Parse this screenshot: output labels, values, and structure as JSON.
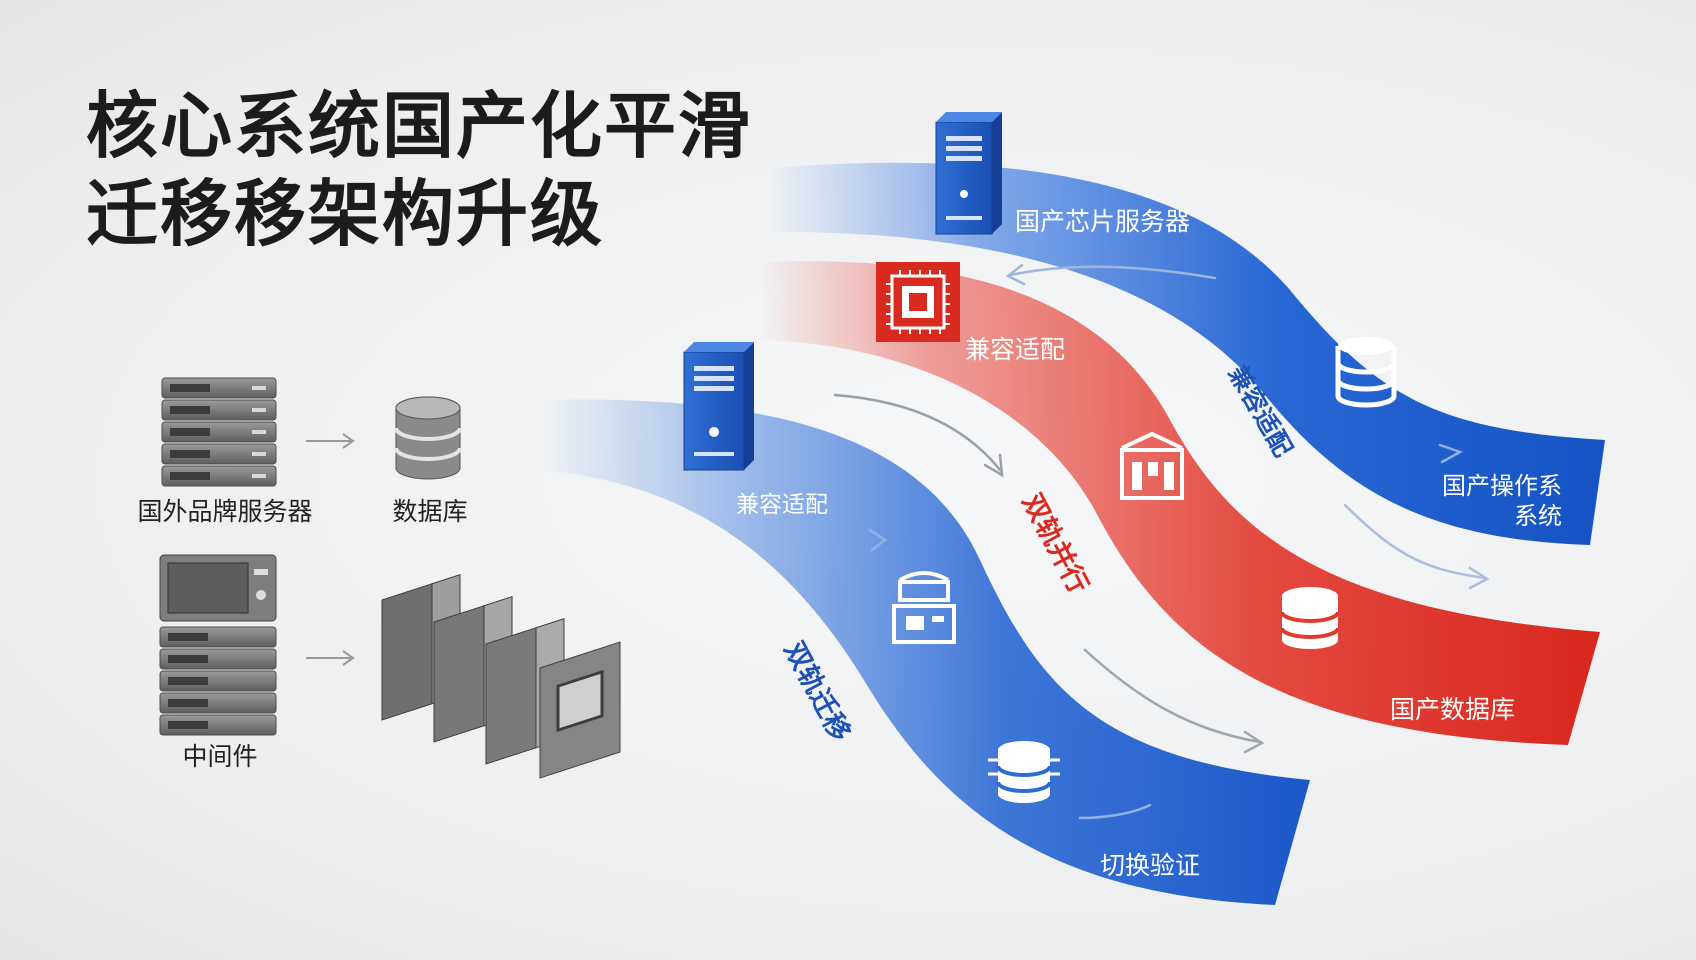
{
  "title": {
    "line1": "核心系统国产化平滑",
    "line2": "迁移移架构升级"
  },
  "legacy": {
    "servers_label": "国外品牌服务器",
    "database_label": "数据库",
    "middleware_label": "中间件"
  },
  "streams": {
    "top": {
      "color": "#1f5fd0",
      "server_label": "国产芯片服务器",
      "vertical_label": "兼容适配",
      "os_label_line1": "国产操作系",
      "os_label_line2": "系统"
    },
    "middle": {
      "color": "#e03a2e",
      "chip_label": "兼容适配",
      "vertical_label": "双轨并行",
      "db_label": "国产数据库"
    },
    "bottom": {
      "color": "#2f6bd6",
      "compat_label": "兼容适配",
      "vertical_label": "双轨迁移",
      "switch_label": "切换验证"
    }
  },
  "icons": {
    "legacy_server_rack": "server-rack-icon",
    "legacy_database": "database-icon",
    "legacy_middleware": "microwave-server-icon",
    "legacy_blades": "blade-server-icon",
    "domestic_server": "tower-server-icon",
    "chip": "cpu-chip-icon",
    "domestic_database": "database-icon",
    "gateway": "gateway-icon",
    "switch": "switch-icon"
  }
}
